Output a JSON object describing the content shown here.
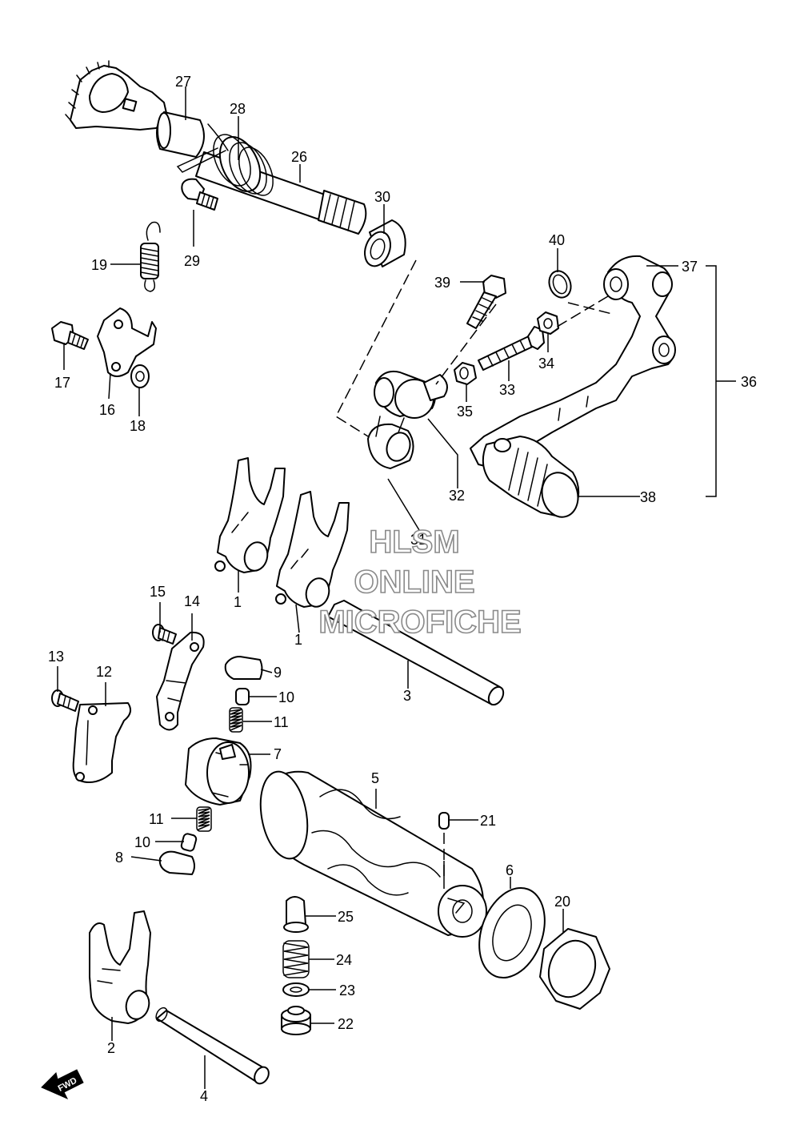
{
  "watermark": {
    "line1": "HLSM",
    "line2": "ONLINE",
    "line3": "MICROFICHE"
  },
  "fwd_label": "FWD",
  "callouts": {
    "c1a": "1",
    "c1b": "1",
    "c2": "2",
    "c3": "3",
    "c4": "4",
    "c5": "5",
    "c6": "6",
    "c7": "7",
    "c8": "8",
    "c9": "9",
    "c10a": "10",
    "c10b": "10",
    "c11a": "11",
    "c11b": "11",
    "c12": "12",
    "c13": "13",
    "c14": "14",
    "c15": "15",
    "c16": "16",
    "c17": "17",
    "c18": "18",
    "c19": "19",
    "c20": "20",
    "c21": "21",
    "c22": "22",
    "c23": "23",
    "c24": "24",
    "c25": "25",
    "c26": "26",
    "c27": "27",
    "c28": "28",
    "c29": "29",
    "c30": "30",
    "c31": "31",
    "c32": "32",
    "c33": "33",
    "c34": "34",
    "c35": "35",
    "c36": "36",
    "c37": "37",
    "c38": "38",
    "c39": "39",
    "c40": "40"
  }
}
